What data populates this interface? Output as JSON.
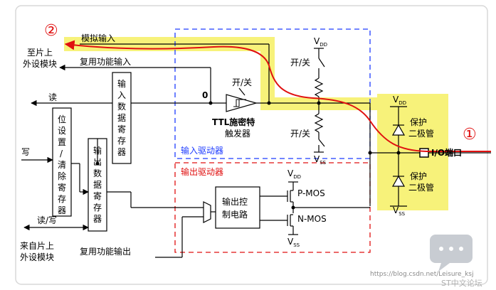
{
  "markers": {
    "marker_1": "①",
    "marker_2": "②"
  },
  "labels": {
    "analog_input": "模拟输入",
    "to_peripheral_line1": "至片上",
    "to_peripheral_line2": "外设模块",
    "alt_func_input": "复用功能输入",
    "read": "读",
    "write": "写",
    "read_write": "读/写",
    "from_peripheral_line1": "来自片上",
    "from_peripheral_line2": "外设模块",
    "alt_func_output": "复用功能输出",
    "zero": "0",
    "switch_top": "开/关",
    "switch_schmitt": "开/关",
    "switch_bottom": "开/关",
    "vdd_top": "V",
    "vdd_top_sub": "DD",
    "vss_top": "V",
    "vss_top_sub": "SS",
    "vdd_diode": "V",
    "vdd_diode_sub": "DD",
    "vss_diode": "V",
    "vss_diode_sub": "SS",
    "vdd_out": "V",
    "vdd_out_sub": "DD",
    "vss_out": "V",
    "vss_out_sub": "SS",
    "ttl_line1": "TTL施密特",
    "ttl_line2": "触发器",
    "input_driver": "输入驱动器",
    "output_driver": "输出驱动器",
    "protect_diode_1a": "保护",
    "protect_diode_1b": "二极管",
    "protect_diode_2a": "保护",
    "protect_diode_2b": "二极管",
    "io_port": "I/O端口",
    "pmos": "P-MOS",
    "nmos": "N-MOS",
    "output_control_line1": "输出控",
    "output_control_line2": "制电路"
  },
  "registers": {
    "input_data": [
      "输",
      "入",
      "数",
      "据",
      "寄",
      "存",
      "器"
    ],
    "bit_set_reset": [
      "位",
      "设",
      "置",
      "/",
      "清",
      "除",
      "寄",
      "存",
      "器"
    ],
    "output_data": [
      "输",
      "出",
      "数",
      "据",
      "寄",
      "存",
      "器"
    ]
  },
  "watermark": {
    "url": "https://blog.csdn.net/Leisure_ksj",
    "forum": "ST中文论坛"
  },
  "colors": {
    "highlight": "#f7f27a",
    "signal_path": "#e01010",
    "input_driver_border": "#1e3cff",
    "output_driver_border": "#e01010",
    "outer_border": "#d8d8d8"
  }
}
